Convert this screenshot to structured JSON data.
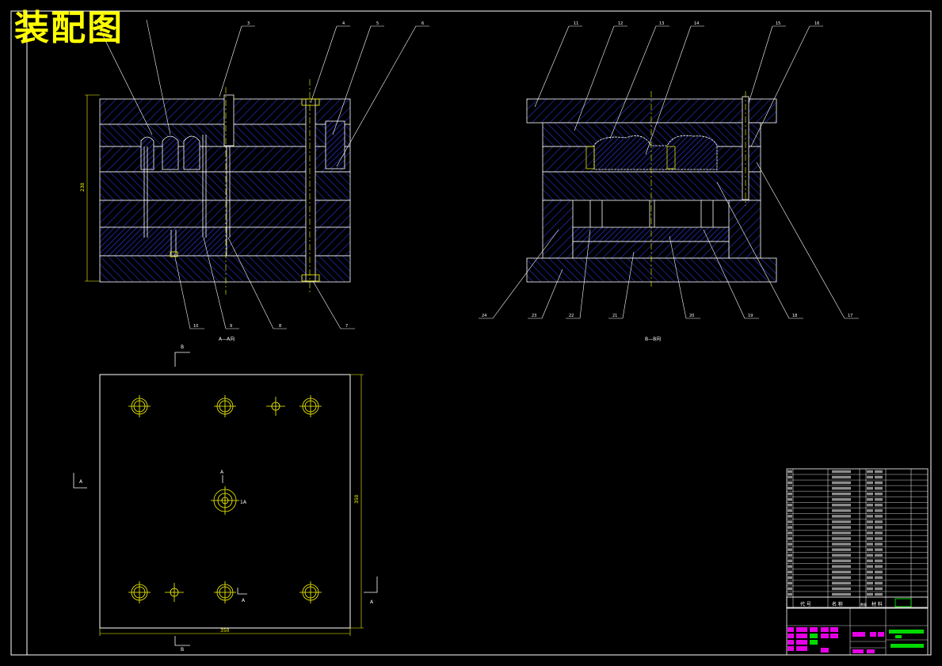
{
  "title": "装配图",
  "views": {
    "aa_caption": "A—A向",
    "bb_caption": "B—B向"
  },
  "callouts": {
    "left_top": [
      "3",
      "4",
      "5",
      "6"
    ],
    "left_bottom": [
      "10",
      "9",
      "8",
      "7"
    ],
    "right_top": [
      "11",
      "12",
      "13",
      "14",
      "15",
      "16"
    ],
    "right_bottom": [
      "24",
      "23",
      "22",
      "21",
      "20",
      "19",
      "18",
      "17"
    ]
  },
  "dimensions": {
    "height_left": "230",
    "plan_width": "350",
    "plan_height": "350"
  },
  "section_marks": {
    "b_top": "B",
    "b_bottom": "B",
    "a_left": "A",
    "a_right": "A",
    "a_center": "A",
    "a_lower": "A",
    "sprue_note": "1A"
  },
  "title_block": {
    "col_code": "代 号",
    "col_name": "名 称",
    "col_material": "材 料",
    "col_qty": "数量"
  },
  "colors": {
    "hatch": "#2a34d6",
    "outline": "#ffffff",
    "dim": "#ffff00",
    "frame": "#ffffff",
    "titleblock_accent": "#ff00ff",
    "titleblock_green": "#00ff00"
  }
}
